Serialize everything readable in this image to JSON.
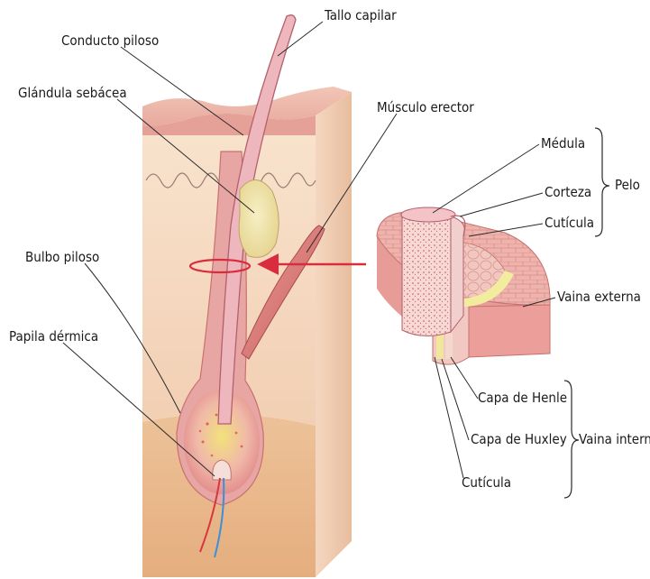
{
  "labels": {
    "tallo_capilar": "Tallo capilar",
    "conducto_piloso": "Conducto piloso",
    "glandula_sebacea": "Glándula sebácea",
    "musculo_erector": "Músculo erector",
    "bulbo_piloso": "Bulbo piloso",
    "papila_dermica": "Papila dérmica",
    "medula": "Médula",
    "corteza": "Corteza",
    "cuticula_pelo": "Cutícula",
    "pelo": "Pelo",
    "vaina_externa": "Vaina externa",
    "capa_henle": "Capa de Henle",
    "capa_huxley": "Capa de Huxley",
    "cuticula_vaina": "Cutícula",
    "vaina_interna": "Vaina interna"
  },
  "colors": {
    "epidermis": "#eab1a8",
    "dermis": "#f6d9c2",
    "hypodermis": "#e9b98c",
    "hair": "#e9a8b0",
    "gland": "#ecdfa6",
    "muscle": "#d97a78",
    "arrow": "#d92c3c",
    "outer_sheath": "#efb1ab",
    "yellow_layer": "#f1ec9e"
  }
}
